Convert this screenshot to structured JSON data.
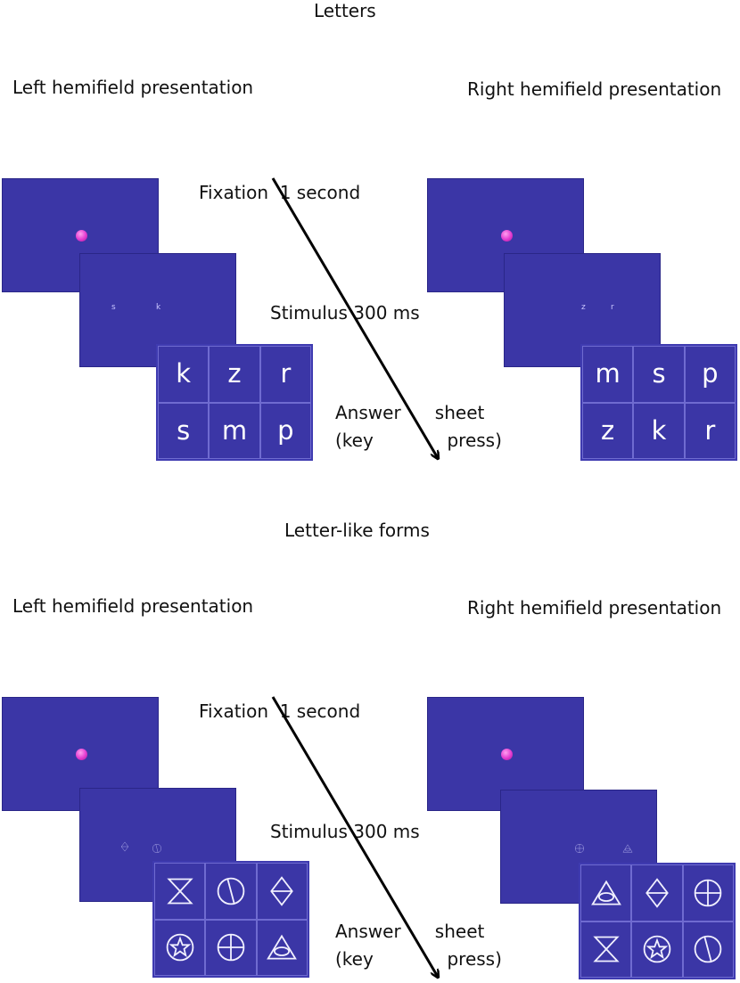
{
  "sections": [
    {
      "title": "Letters",
      "left_label": "Left hemifield presentation",
      "right_label": "Right hemifield presentation",
      "fixation_label": "Fixation  1 second",
      "stimulus_label": "Stimulus 300 ms",
      "answer_line1": "Answer      sheet",
      "answer_line2": "(key             press)",
      "left_stimulus": [
        "s",
        "k"
      ],
      "right_stimulus": [
        "z",
        "r"
      ],
      "left_answer_sheet": [
        "k",
        "z",
        "r",
        "s",
        "m",
        "p"
      ],
      "right_answer_sheet": [
        "m",
        "s",
        "p",
        "z",
        "k",
        "r"
      ]
    },
    {
      "title": "Letter-like forms",
      "left_label": "Left hemifield presentation",
      "right_label": "Right hemifield presentation",
      "fixation_label": "Fixation  1 second",
      "stimulus_label": "Stimulus 300 ms",
      "answer_line1": "Answer      sheet",
      "answer_line2": "(key             press)",
      "left_stimulus_shapes": [
        "diamond-icon",
        "circle-slash-icon"
      ],
      "right_stimulus_shapes": [
        "circle-cross-icon",
        "triangle-eye-icon"
      ],
      "left_answer_shapes": [
        "hourglass-icon",
        "circle-slash-icon",
        "diamond-icon",
        "circle-star-icon",
        "circle-cross-icon",
        "triangle-eye-icon"
      ],
      "right_answer_shapes": [
        "triangle-eye-icon",
        "diamond-icon",
        "circle-cross-icon",
        "hourglass-icon",
        "circle-star-icon",
        "circle-slash-icon"
      ]
    }
  ],
  "colors": {
    "screen": "#3b36a6",
    "fixation_dot": "#e33ad0",
    "arrow": "#000000"
  }
}
